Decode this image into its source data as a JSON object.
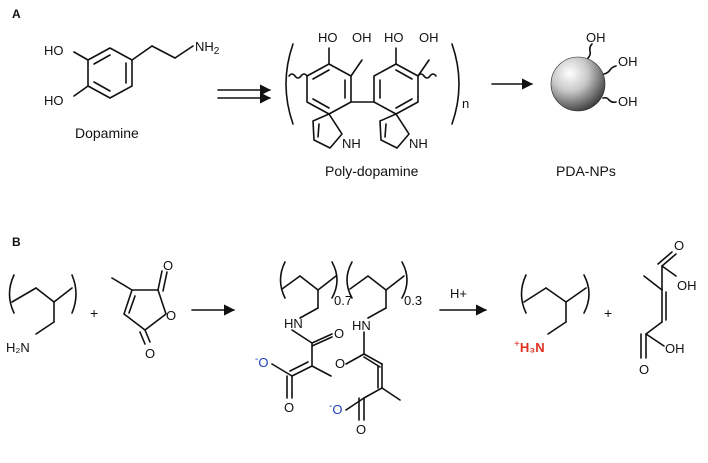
{
  "panel_a": {
    "label": "A",
    "dopamine": {
      "name": "Dopamine",
      "oh_top": "HO",
      "oh_bottom": "HO",
      "amine": "NH",
      "amine_sub": "2"
    },
    "polydopamine": {
      "name": "Poly-dopamine",
      "oh": "HO",
      "oh2": "OH",
      "nh": "NH",
      "repeat": "n"
    },
    "nanoparticle": {
      "name": "PDA-NPs",
      "oh": "OH"
    }
  },
  "panel_b": {
    "label": "B",
    "plus": "+",
    "amine": "H₂N",
    "acid_label": "H+",
    "amide_nh": "HN",
    "ratio_1": "0.7",
    "ratio_2": "0.3",
    "carboxylate_o": "O",
    "carboxylate_charge": "-",
    "oxygen": "O",
    "hydroxyl": "OH",
    "ammonium_charge": "+",
    "ammonium": "H₃N",
    "colors": {
      "carboxylate": "#1f3fbf",
      "ammonium": "#e03020"
    }
  }
}
